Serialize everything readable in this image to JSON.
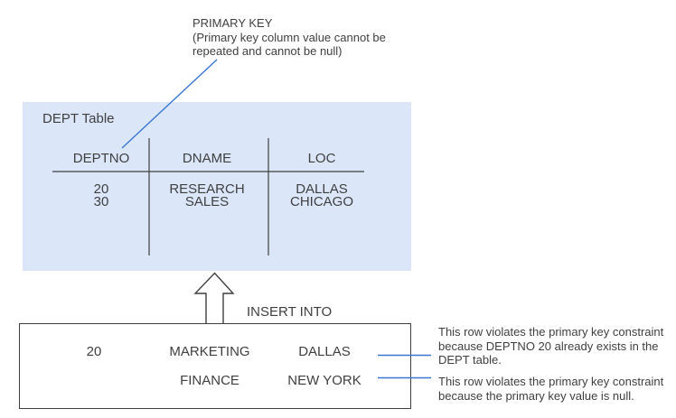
{
  "annotations": {
    "primary_key_note": "PRIMARY KEY\n(Primary key column value cannot be\nrepeated and cannot be null)",
    "violation_note_1": "This row violates the primary key constraint\nbecause DEPTNO 20 already exists in the\nDEPT table.",
    "violation_note_2": "This row violates the primary key constraint\nbecause the primary key value is null."
  },
  "dept_table": {
    "label": "DEPT Table",
    "columns": [
      "DEPTNO",
      "DNAME",
      "LOC"
    ],
    "rows": [
      [
        "20",
        "RESEARCH",
        "DALLAS"
      ],
      [
        "30",
        "SALES",
        "CHICAGO"
      ]
    ]
  },
  "insert": {
    "label": "INSERT INTO",
    "rows": [
      [
        "20",
        "MARKETING",
        "DALLAS"
      ],
      [
        "",
        "FINANCE",
        "NEW YORK"
      ]
    ]
  },
  "colors": {
    "table_fill": "#dbe7f9",
    "connector_blue": "#3a76d2",
    "line_dark": "#3f3f3f",
    "text_color": "#3f3f3f"
  }
}
